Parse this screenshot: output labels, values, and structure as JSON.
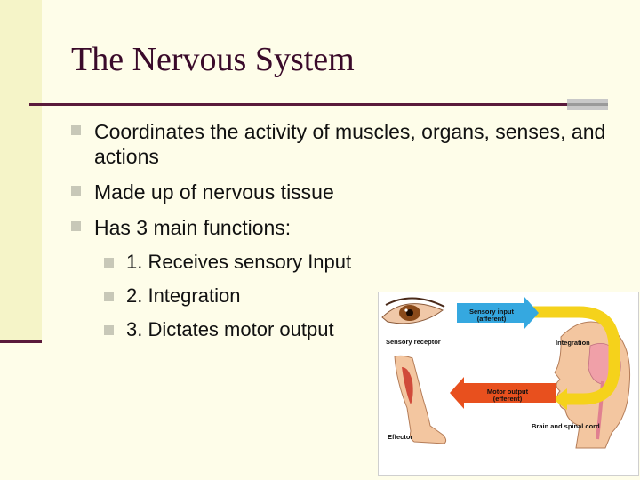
{
  "slide": {
    "title": "The Nervous System",
    "bullets": [
      "Coordinates the activity of muscles, organs, senses, and actions",
      "Made up of nervous tissue",
      "Has 3 main functions:"
    ],
    "sub_bullets": [
      "1. Receives sensory Input",
      "2. Integration",
      "3. Dictates motor output"
    ]
  },
  "figure": {
    "sensory_input": "Sensory input",
    "sensory_input_sub": "(afferent)",
    "integration": "Integration",
    "motor_output": "Motor output",
    "motor_output_sub": "(efferent)",
    "sensory_receptor": "Sensory receptor",
    "brain_spinal": "Brain and spinal cord",
    "effector": "Effector"
  },
  "colors": {
    "background": "#fefde9",
    "title": "#3a0a2a",
    "rule": "#5a1a3b",
    "sensory_arrow": "#35a8e0",
    "integration_arrow": "#f5d21b",
    "motor_arrow": "#e8501e"
  }
}
